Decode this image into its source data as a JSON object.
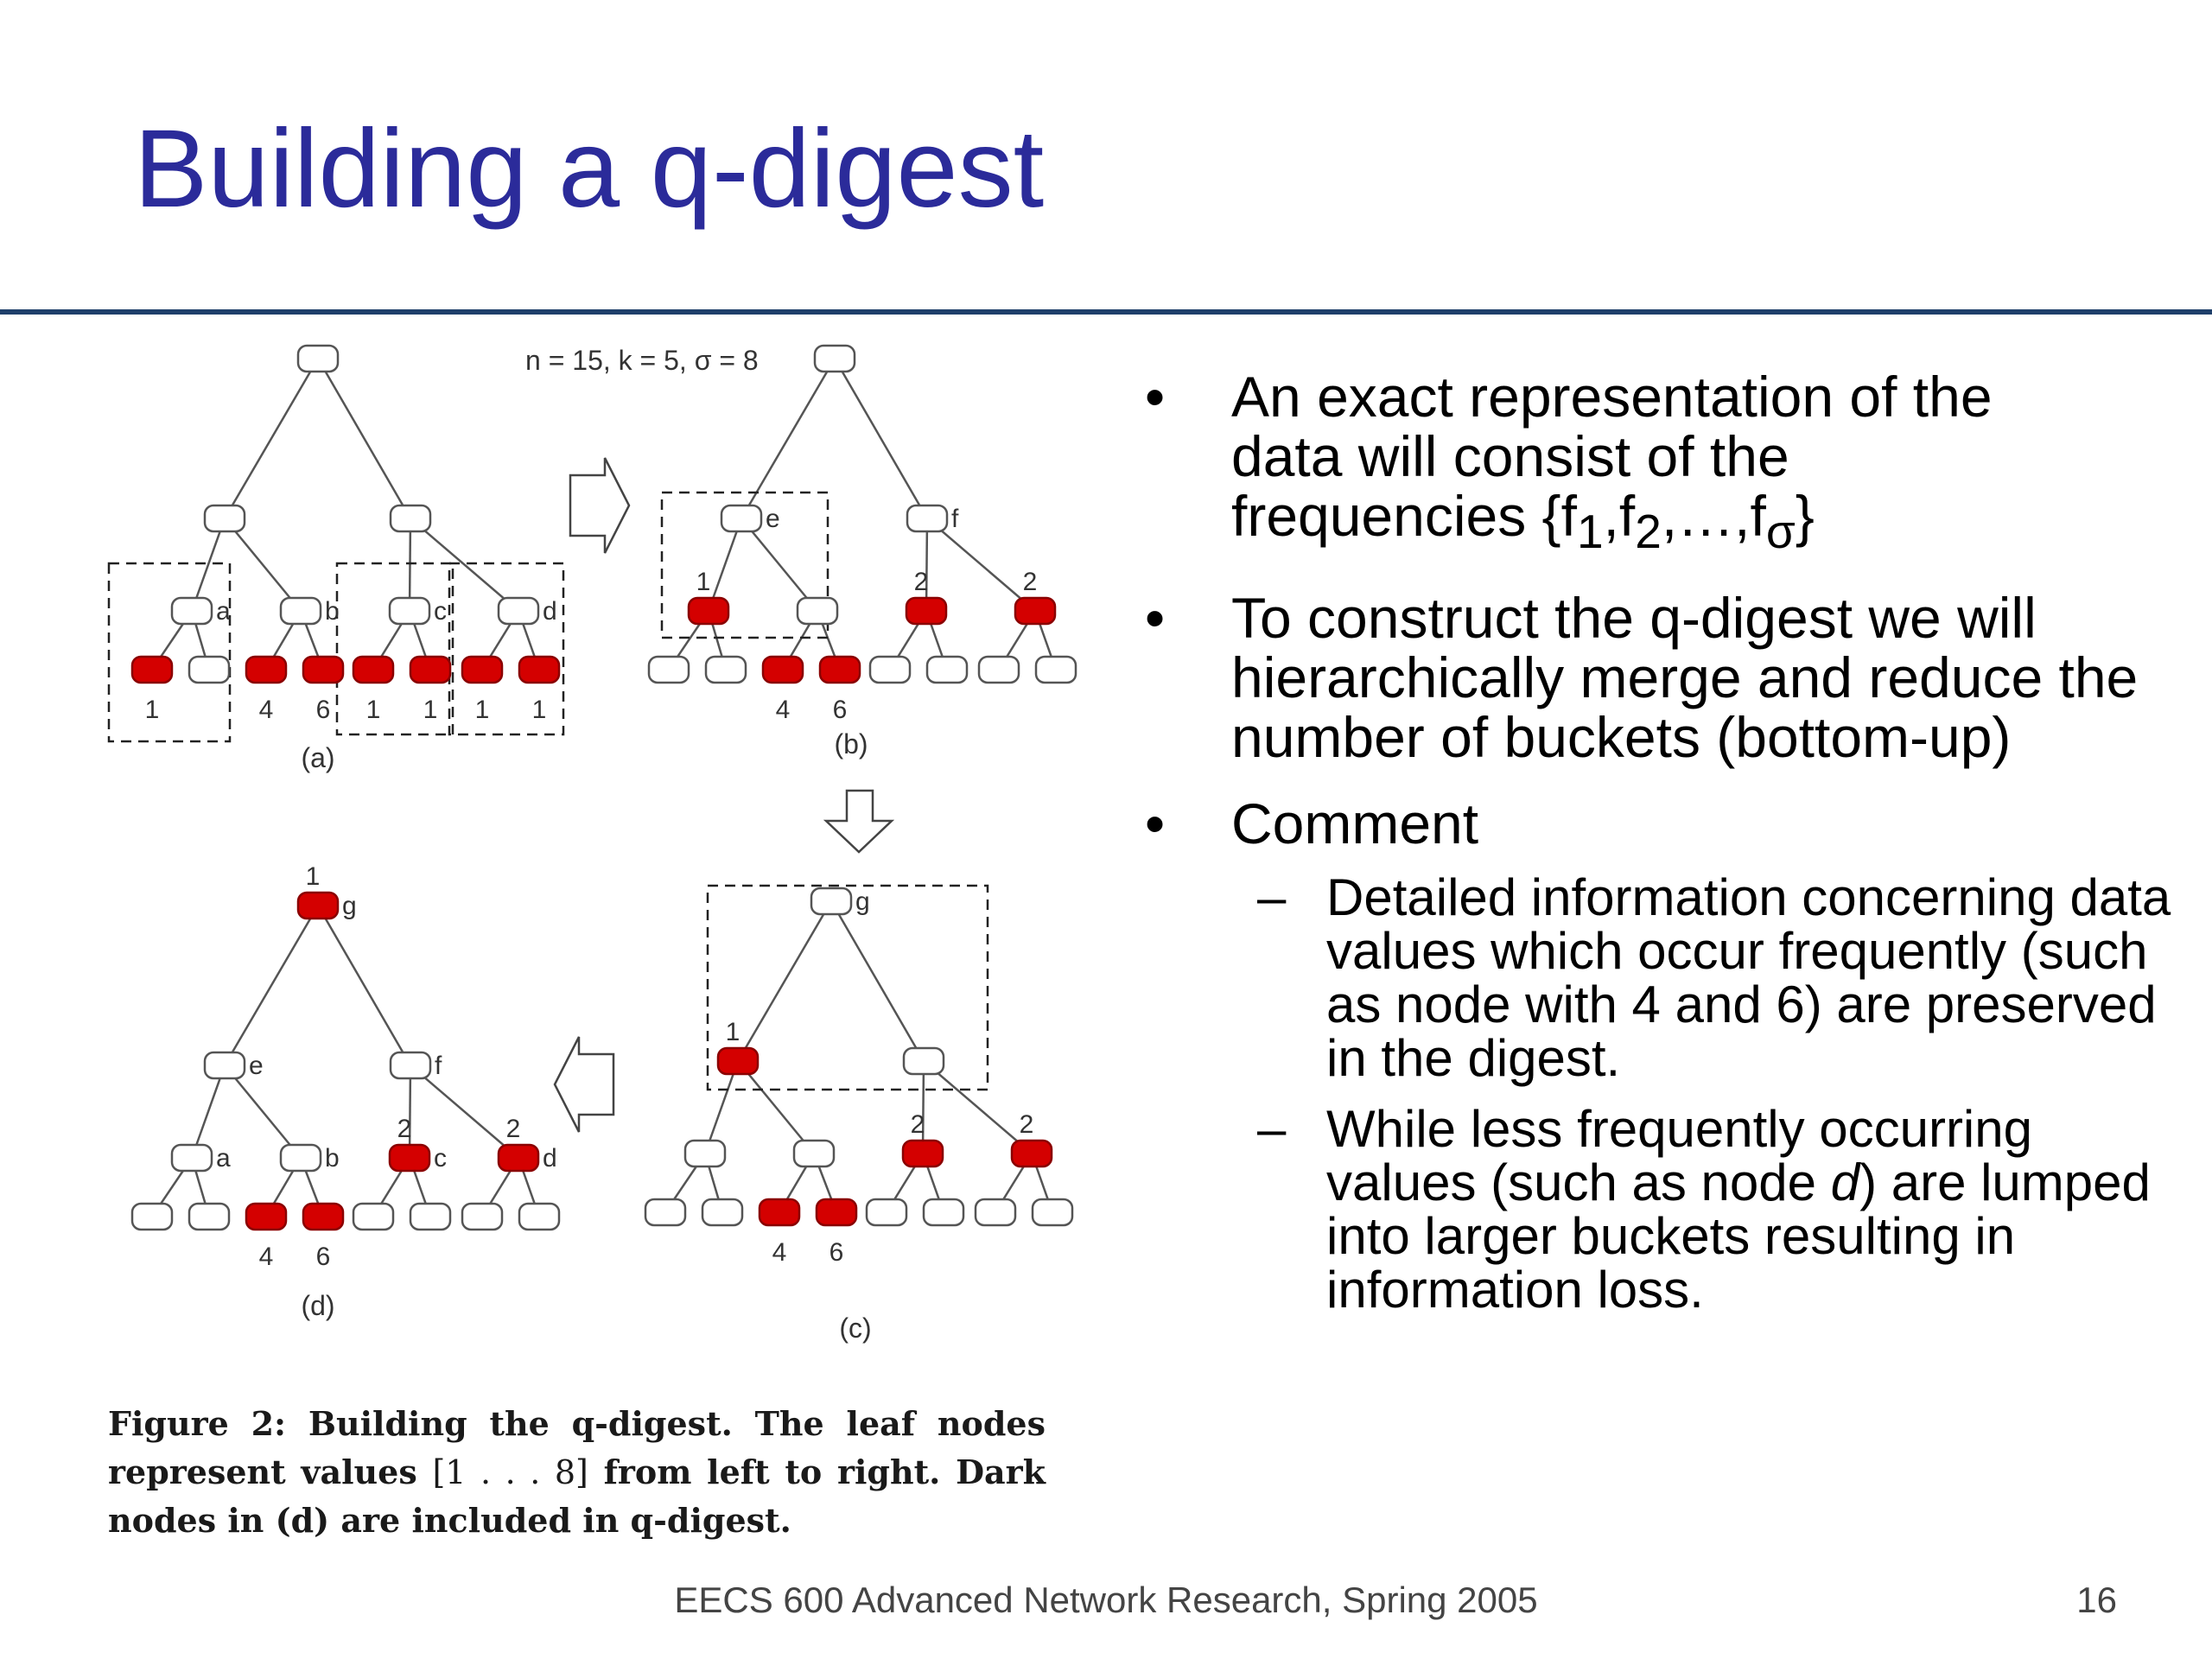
{
  "title": "Building a q-digest",
  "figure": {
    "params": "n = 15, k = 5, σ = 8",
    "panel_labels": {
      "a": "(a)",
      "b": "(b)",
      "c": "(c)",
      "d": "(d)"
    },
    "panel_a": {
      "node_labels": [
        "a",
        "b",
        "c",
        "d"
      ],
      "leaf_counts": [
        "1",
        "4",
        "6",
        "1",
        "1",
        "1",
        "1"
      ]
    },
    "panel_b": {
      "node_labels": [
        "e",
        "f"
      ],
      "node_counts": [
        "1",
        "2",
        "2"
      ],
      "leaf_counts": [
        "4",
        "6"
      ]
    },
    "panel_c": {
      "node_labels": [
        "g"
      ],
      "node_counts": [
        "1",
        "2",
        "2"
      ],
      "leaf_counts": [
        "4",
        "6"
      ]
    },
    "panel_d": {
      "node_labels": [
        "g",
        "e",
        "f",
        "a",
        "b",
        "c",
        "d"
      ],
      "node_counts": [
        "1",
        "2",
        "2"
      ],
      "leaf_counts": [
        "4",
        "6"
      ]
    },
    "colors": {
      "dark_node": "#d40000",
      "light_node": "#ffffff",
      "stroke": "#555555"
    }
  },
  "caption": {
    "part1": "Figure 2: Building the q-digest. The leaf nodes represent values",
    "bracket": "[1 . . . 8]",
    "part2": "from left to right. Dark nodes in (d) are included in q-digest."
  },
  "bullets": {
    "item1": {
      "line1": "An exact representation of the",
      "line2": "data will consist of the",
      "line3_prefix": "frequencies {f",
      "sub1": "1",
      "comma1": ",f",
      "sub2": "2",
      "mid": ",…,f",
      "sub3": "σ",
      "end": "}"
    },
    "item2": "To construct the q-digest we will hierarchically merge and reduce the number of buckets (bottom-up)",
    "item3": "Comment",
    "sub1": "Detailed information concerning data values which occur frequently (such as node with 4 and 6) are preserved in the digest.",
    "sub2_part1": "While less frequently occurring values (such as node ",
    "sub2_italic": "d",
    "sub2_part2": ") are lumped into larger buckets resulting in information loss."
  },
  "footer": "EECS 600 Advanced Network Research, Spring 2005",
  "page_number": "16"
}
